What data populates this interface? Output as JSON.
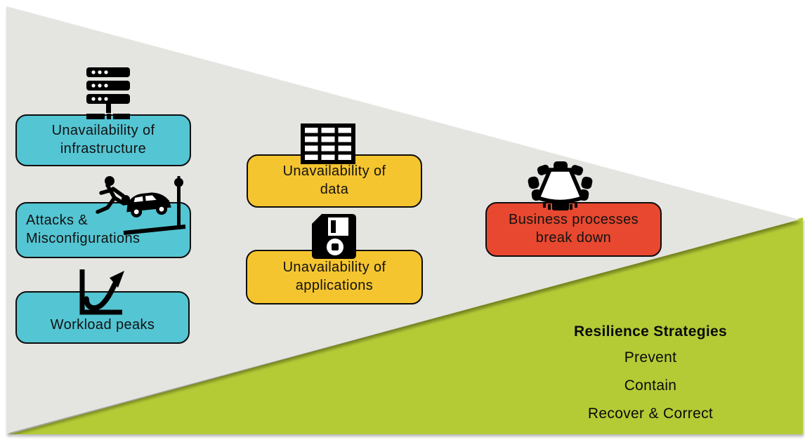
{
  "diagram": {
    "description": "Funnel diagram: failure causes flow toward business impact, met by resilience strategies",
    "palette": {
      "funnel_gray": "#e4e4e0",
      "cause_teal": "#54c5d3",
      "middle_yellow": "#f5c52f",
      "impact_red": "#e8482f",
      "strategies_green": "#b4cb35",
      "outline_black": "#0d0d0d",
      "text_black": "#121212"
    },
    "cause_boxes": [
      {
        "label": "Unavailability of\ninfrastructure",
        "icon": "server-stack-icon",
        "color": "#54c5d3"
      },
      {
        "label": "Attacks &\nMisconfigurations",
        "icon": "car-crash-runner-icon",
        "color": "#54c5d3"
      },
      {
        "label": "Workload peaks",
        "icon": "workload-graph-icon",
        "color": "#54c5d3"
      },
      {
        "label": "Unavailability of\ndata",
        "icon": "data-table-icon",
        "color": "#f5c52f"
      },
      {
        "label": "Unavailability of\napplications",
        "icon": "floppy-disk-icon",
        "color": "#f5c52f"
      },
      {
        "label": "Business processes\nbreak down",
        "icon": "meeting-table-icon",
        "color": "#e8482f"
      }
    ],
    "resilience": {
      "title": "Resilience Strategies",
      "strategies": [
        "Prevent",
        "Contain",
        "Recover & Correct"
      ]
    }
  }
}
